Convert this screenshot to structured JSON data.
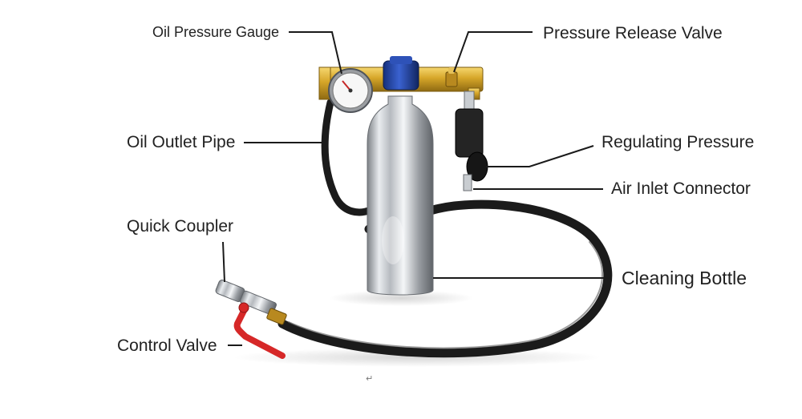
{
  "labels": {
    "oil_pressure_gauge": "Oil Pressure Gauge",
    "pressure_release_valve": "Pressure Release Valve",
    "oil_outlet_pipe": "Oil Outlet Pipe",
    "regulating_pressure": "Regulating Pressure",
    "air_inlet_connector": "Air Inlet Connector",
    "quick_coupler": "Quick Coupler",
    "cleaning_bottle": "Cleaning Bottle",
    "control_valve": "Control Valve"
  },
  "mark": "↵",
  "colors": {
    "background": "#ffffff",
    "label_text": "#222222",
    "leader_line": "#1a1a1a",
    "brass": "#d6a629",
    "bottle_cap": "#1f3f9e",
    "hose": "#1b1b1b",
    "valve_handle": "#d62828",
    "steel": "#c9cdd1"
  }
}
